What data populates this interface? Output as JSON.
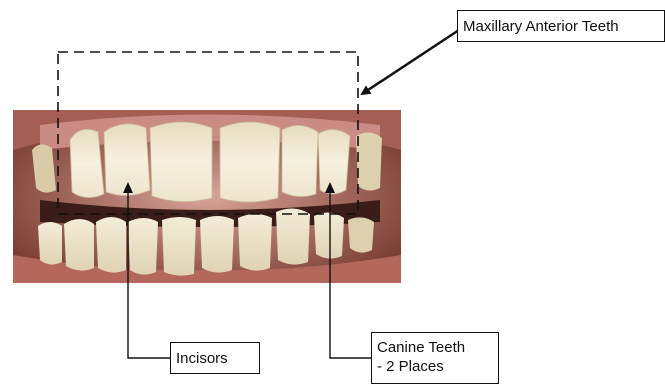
{
  "figure": {
    "photo_subject": "teeth-photo",
    "labels": {
      "maxillary": "Maxillary Anterior Teeth",
      "incisors": "Incisors",
      "canine_line1": "Canine Teeth",
      "canine_line2": "- 2 Places"
    },
    "colors": {
      "line": "#111111",
      "gum": "#c98b84",
      "lip": "#8a4a3e",
      "tooth": "#f1ead6",
      "gap": "#3a1d18"
    }
  }
}
